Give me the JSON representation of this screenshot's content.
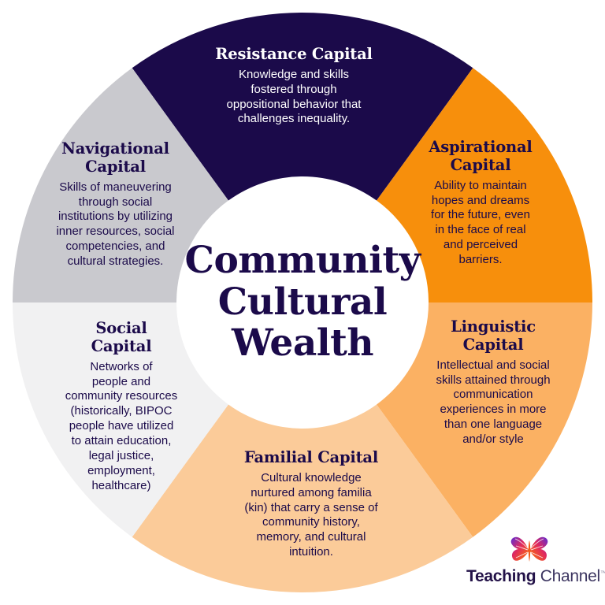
{
  "center": {
    "title": "Community\nCultural\nWealth"
  },
  "colors": {
    "navy": "#1B0A4A",
    "orange": "#F78F0C",
    "orange_mid": "#FBB163",
    "orange_light": "#FBCB99",
    "gray": "#C9C9CE",
    "off_white": "#F1F1F2",
    "white": "#FFFFFF",
    "text_navy": "#1B0A4A"
  },
  "segments": [
    {
      "id": "resistance",
      "title": "Resistance Capital",
      "body": "Knowledge and skills\nfostered through\noppositional behavior that\nchallenges inequality.",
      "fill": "#1B0A4A",
      "text_color": "#FFFFFF",
      "start_angle": 324,
      "end_angle": 36
    },
    {
      "id": "aspirational",
      "title": "Aspirational\nCapital",
      "body": "Ability to maintain\nhopes and dreams\nfor the future, even\nin the face of real\nand perceived\nbarriers.",
      "fill": "#F78F0C",
      "text_color": "#1B0A4A",
      "start_angle": 36,
      "end_angle": 90
    },
    {
      "id": "linguistic",
      "title": "Linguistic\nCapital",
      "body": "Intellectual and social\nskills attained through\ncommunication\nexperiences in more\nthan one language\nand/or style",
      "fill": "#FBB163",
      "text_color": "#1B0A4A",
      "start_angle": 90,
      "end_angle": 144
    },
    {
      "id": "familial",
      "title": "Familial Capital",
      "body": "Cultural knowledge\nnurtured among familia\n(kin) that carry a sense of\ncommunity history,\nmemory, and cultural\nintuition.",
      "fill": "#FBCB99",
      "text_color": "#1B0A4A",
      "start_angle": 144,
      "end_angle": 216
    },
    {
      "id": "social",
      "title": "Social\nCapital",
      "body": "Networks of\npeople and\ncommunity resources\n(historically, BIPOC\npeople have utilized\nto attain education,\nlegal justice,\nemployment,\nhealthcare)",
      "fill": "#F1F1F2",
      "text_color": "#1B0A4A",
      "start_angle": 216,
      "end_angle": 270
    },
    {
      "id": "navigational",
      "title": "Navigational\nCapital",
      "body": "Skills of maneuvering\nthrough social\ninstitutions by utilizing\ninner resources, social\ncompetencies, and\ncultural strategies.",
      "fill": "#C9C9CE",
      "text_color": "#1B0A4A",
      "start_angle": 270,
      "end_angle": 324
    }
  ],
  "logo": {
    "icon": "butterfly-icon",
    "word_bold": "Teaching",
    "word_regular": " Channel",
    "trademark": "™"
  },
  "chart_data": {
    "type": "pie",
    "title": "Community Cultural Wealth",
    "subtype": "donut",
    "categories": [
      "Resistance Capital",
      "Aspirational Capital",
      "Linguistic Capital",
      "Familial Capital",
      "Social Capital",
      "Navigational Capital"
    ],
    "values": [
      72,
      54,
      54,
      72,
      54,
      54
    ],
    "units": "degrees",
    "colors": [
      "#1B0A4A",
      "#F78F0C",
      "#FBB163",
      "#FBCB99",
      "#F1F1F2",
      "#C9C9CE"
    ],
    "inner_radius_ratio": 0.435,
    "outer_radius_ratio": 1.0,
    "legend": "none",
    "grid": false
  }
}
